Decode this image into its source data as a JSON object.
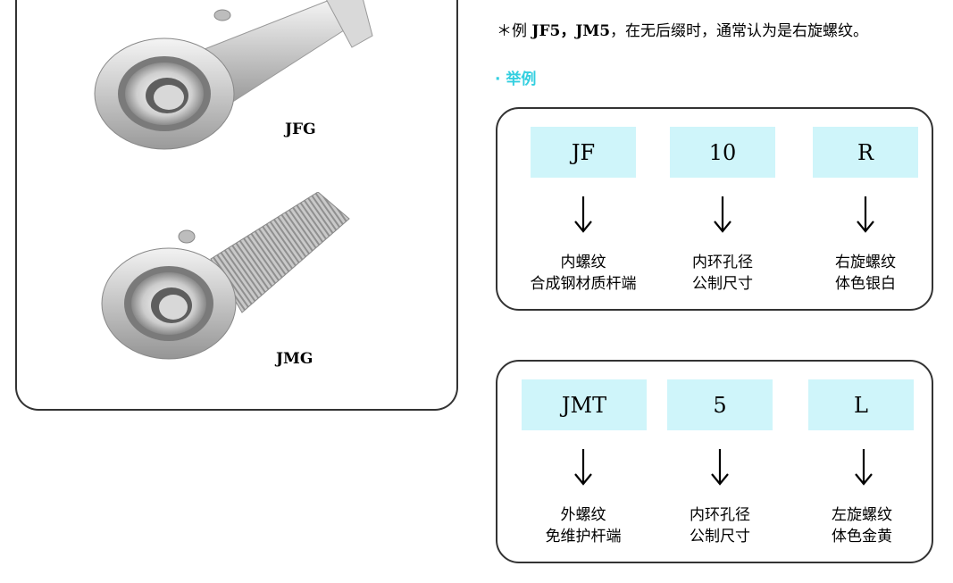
{
  "products": [
    {
      "label": "JFG"
    },
    {
      "label": "JMG"
    }
  ],
  "note": {
    "prefix": "＊例 ",
    "codes": "JF5，JM5",
    "text": "，在无后缀时，通常认为是右旋螺纹。"
  },
  "section_title": "· 举例",
  "examples": [
    {
      "codes": [
        "JF",
        "10",
        "R"
      ],
      "descriptions": [
        {
          "line1": "内螺纹",
          "line2": "合成钢材质杆端"
        },
        {
          "line1": "内环孔径",
          "line2": "公制尺寸"
        },
        {
          "line1": "右旋螺纹",
          "line2": "体色银白"
        }
      ]
    },
    {
      "codes": [
        "JMT",
        "5",
        "L"
      ],
      "descriptions": [
        {
          "line1": "外螺纹",
          "line2": "免维护杆端"
        },
        {
          "line1": "内环孔径",
          "line2": "公制尺寸"
        },
        {
          "line1": "左旋螺纹",
          "line2": "体色金黄"
        }
      ]
    }
  ]
}
